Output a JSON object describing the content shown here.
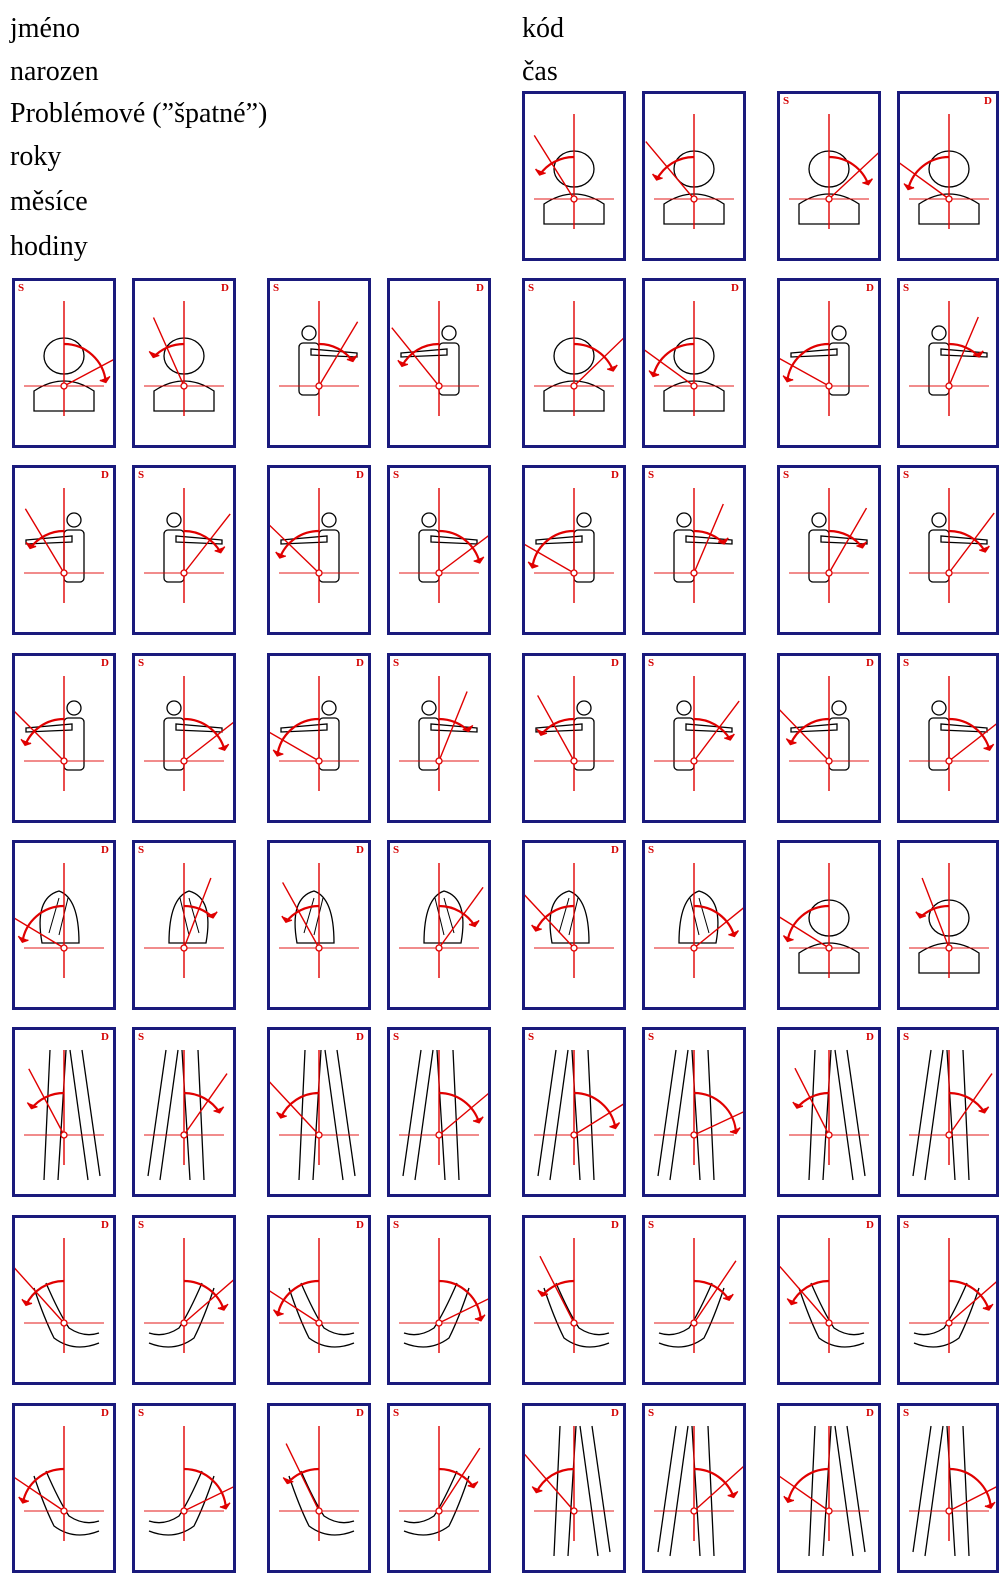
{
  "header": {
    "name_label": "jméno",
    "born_label": "narozen",
    "problem_label": "Problémové (”špatné”)",
    "years_label": "roky",
    "months_label": "měsíce",
    "hours_label": "hodiny",
    "code_label": "kód",
    "time_label": "čas"
  },
  "colors": {
    "card_border": "#1a1a7c",
    "measure_line": "#e00000",
    "drawing": "#000000"
  },
  "rows": [
    {
      "cards": [
        "",
        "",
        "",
        "",
        "neck-flexion",
        "neck-extension",
        "neck-rotation",
        "neck-rotation"
      ],
      "sides": [
        "",
        "",
        "",
        "",
        "",
        "",
        "S",
        "D"
      ]
    },
    {
      "cards": [
        "neck-lateral",
        "neck-lateral",
        "shoulder-elevation",
        "shoulder-elevation",
        "trunk-rotation",
        "trunk-rotation",
        "shoulder-abduction",
        "shoulder-abduction"
      ],
      "sides": [
        "S",
        "D",
        "S",
        "D",
        "S",
        "D",
        "D",
        "S"
      ]
    },
    {
      "cards": [
        "arm-elevation",
        "arm-elevation",
        "shoulder-flexion",
        "shoulder-flexion",
        "shoulder-extension",
        "shoulder-extension",
        "shoulder-rotation",
        "shoulder-rotation"
      ],
      "sides": [
        "D",
        "S",
        "D",
        "S",
        "D",
        "S",
        "S",
        "S"
      ]
    },
    {
      "cards": [
        "shoulder-horizontal",
        "shoulder-horizontal",
        "forearm-horizontal",
        "forearm-horizontal",
        "elbow-flexion",
        "elbow-flexion",
        "elbow-extension",
        "elbow-extension"
      ],
      "sides": [
        "D",
        "S",
        "D",
        "S",
        "D",
        "S",
        "D",
        "S"
      ]
    },
    {
      "cards": [
        "wrist-deviation",
        "wrist-deviation",
        "wrist-rotation",
        "wrist-rotation",
        "fist-deviation",
        "fist-deviation",
        "trunk-forward-bend",
        "trunk-lateral"
      ],
      "sides": [
        "D",
        "S",
        "D",
        "S",
        "D",
        "S",
        "",
        ""
      ]
    },
    {
      "cards": [
        "hip-abduction",
        "hip-abduction",
        "hip-adduction",
        "hip-adduction",
        "hip-adduction",
        "leg-raise",
        "knee-flexion",
        "knee-flexion"
      ],
      "sides": [
        "D",
        "S",
        "D",
        "S",
        "S",
        "S",
        "D",
        "S"
      ]
    },
    {
      "cards": [
        "foot-plantar",
        "foot-plantar",
        "foot-dorsal",
        "foot-dorsal",
        "foot-inversion",
        "foot-inversion",
        "foot-rotation",
        "foot-rotation"
      ],
      "sides": [
        "D",
        "S",
        "D",
        "S",
        "D",
        "S",
        "D",
        "S"
      ]
    },
    {
      "cards": [
        "ankle-rotation",
        "ankle-rotation",
        "ankle-crossing",
        "ankle-crossing",
        "knee-lift",
        "knee-lift",
        "leg-crossing",
        "leg-crossing"
      ],
      "sides": [
        "D",
        "S",
        "D",
        "S",
        "D",
        "S",
        "D",
        "S"
      ]
    }
  ]
}
